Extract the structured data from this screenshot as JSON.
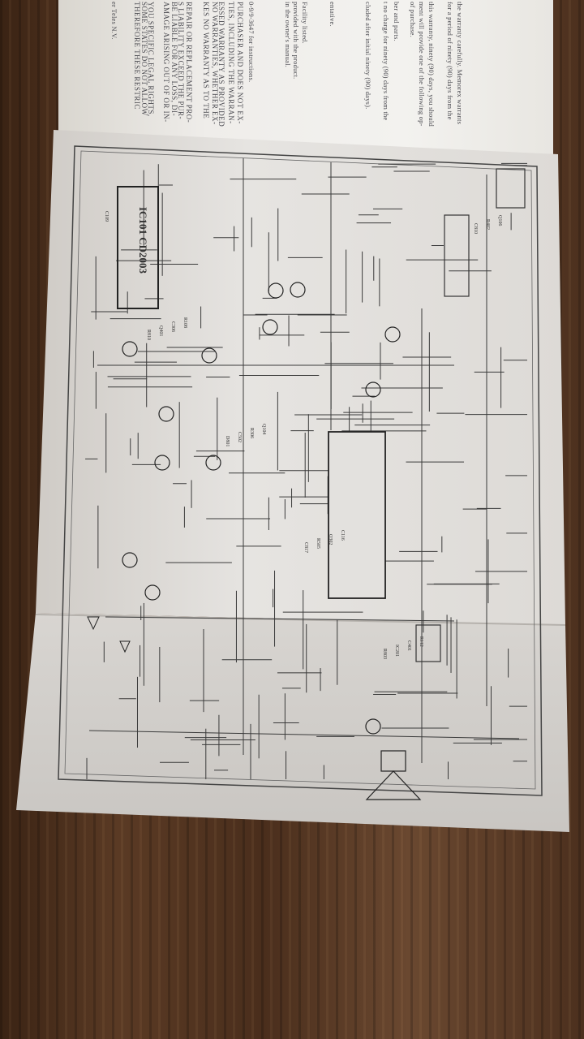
{
  "warranty_sheet": {
    "lines": [
      "the warranty carefully. Memorex warrants",
      "for a period of ninety (90) days from the",
      "this warranty, ninety (90) days, you should",
      "ment will provide one of the following op-",
      "of purchase.",
      "ber and parts.",
      "t no charge for ninety (90) days from the",
      "cluded after initial ninety (90) days).",
      "entative.",
      "Facility listed.",
      "provided with the product.",
      "in the owner's manual.",
      "0-9/9-3647 for instructions.",
      "PURCHASER AND DOES NOT EX-",
      "TIES, INCLUDING THE WARRAN-",
      "ESSED WARRANTY AS PROVIDED",
      "NO WARRANTIES, WHETHER EX-",
      "KES NO WARRANTY AS TO THE",
      "REPAIR OR REPLACEMENT PRO-",
      "S LIABILITY EXCEED THE PUR-",
      "BE LIABLE FOR ANY LOSS, DI-",
      "AMAGE ARISING OUT OF OR IN-",
      "YOU SPECIFIC LEGAL RIGHTS,",
      "SOME STATES DO NOT ALLOW",
      "THEREFORE THESE RESTRIC",
      "er Teles N.V."
    ]
  },
  "schematic": {
    "ic_main_label": "IC101 CD2003",
    "component_labels": [
      "C109",
      "R108",
      "Q104",
      "C116",
      "R112",
      "Q106",
      "C306",
      "R306",
      "Q302",
      "C401",
      "R402",
      "Q401",
      "C502",
      "R505",
      "IC201",
      "C810",
      "R810",
      "D801",
      "C817",
      "R803"
    ]
  }
}
